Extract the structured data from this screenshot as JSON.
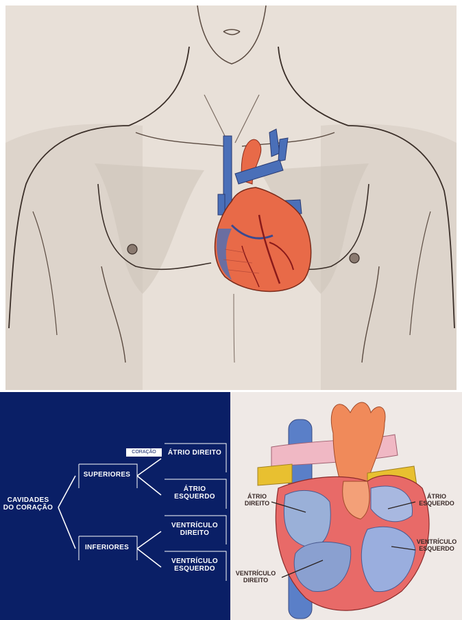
{
  "diagram": {
    "root": "CAVIDADES DO CORAÇÃO",
    "superiores": "SUPERIORES",
    "inferiores": "INFERIORES",
    "atrio_direito": "ÁTRIO DIREITO",
    "atrio_esquerdo": "ÁTRIO ESQUERDO",
    "ventriculo_direito": "VENTRÍCULO DIREITO",
    "ventriculo_esquerdo": "VENTRÍCULO ESQUERDO",
    "small_tag": "CORAÇÃO"
  },
  "heart_labels": {
    "atrio_direito": "ÁTRIO DIREITO",
    "atrio_esquerdo": "ÁTRIO ESQUERDO",
    "ventriculo_esquerdo": "VENTRÍCULO ESQUERDO",
    "ventriculo_direito": "VENTRÍCULO DIREITO"
  },
  "colors": {
    "diagram_background": "#0a1f66",
    "vein_blue": "#4a6fb8",
    "artery_red": "#d9492f",
    "skin_paper": "#e8e0d8"
  }
}
